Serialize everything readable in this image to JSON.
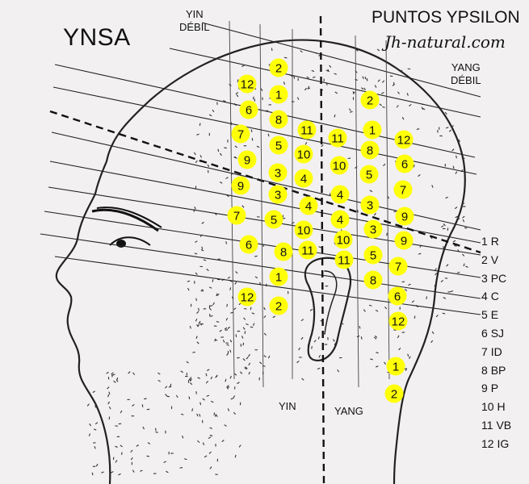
{
  "title": "YNSA",
  "site": {
    "title": "PUNTOS YPSILON",
    "url": "Jh-natural.com"
  },
  "zones": {
    "yin_debil": [
      "YIN",
      "DÉBIL"
    ],
    "yang_debil": [
      "YANG",
      "DÉBIL"
    ],
    "yin": "YIN",
    "yang": "YANG"
  },
  "legend": [
    {
      "num": "1",
      "code": "R"
    },
    {
      "num": "2",
      "code": "V"
    },
    {
      "num": "3",
      "code": "PC"
    },
    {
      "num": "4",
      "code": "C"
    },
    {
      "num": "5",
      "code": "E"
    },
    {
      "num": "6",
      "code": "SJ"
    },
    {
      "num": "7",
      "code": "ID"
    },
    {
      "num": "8",
      "code": "BP"
    },
    {
      "num": "9",
      "code": "P"
    },
    {
      "num": "10",
      "code": "H"
    },
    {
      "num": "11",
      "code": "VB"
    },
    {
      "num": "12",
      "code": "IG"
    }
  ],
  "points_yin": [
    "2",
    "12",
    "1",
    "6",
    "8",
    "11",
    "7",
    "5",
    "10",
    "9",
    "3",
    "4",
    "9",
    "3",
    "4",
    "7",
    "5",
    "10",
    "6",
    "8",
    "11",
    "1",
    "12",
    "2"
  ],
  "points_yang": [
    "2",
    "1",
    "11",
    "12",
    "8",
    "10",
    "5",
    "6",
    "4",
    "3",
    "7",
    "4",
    "3",
    "9",
    "10",
    "9",
    "11",
    "5",
    "7",
    "8",
    "6",
    "12",
    "1",
    "2"
  ],
  "colors": {
    "point_fill": "#ffff08",
    "background": "#f2f0f1",
    "ink": "#111111"
  }
}
